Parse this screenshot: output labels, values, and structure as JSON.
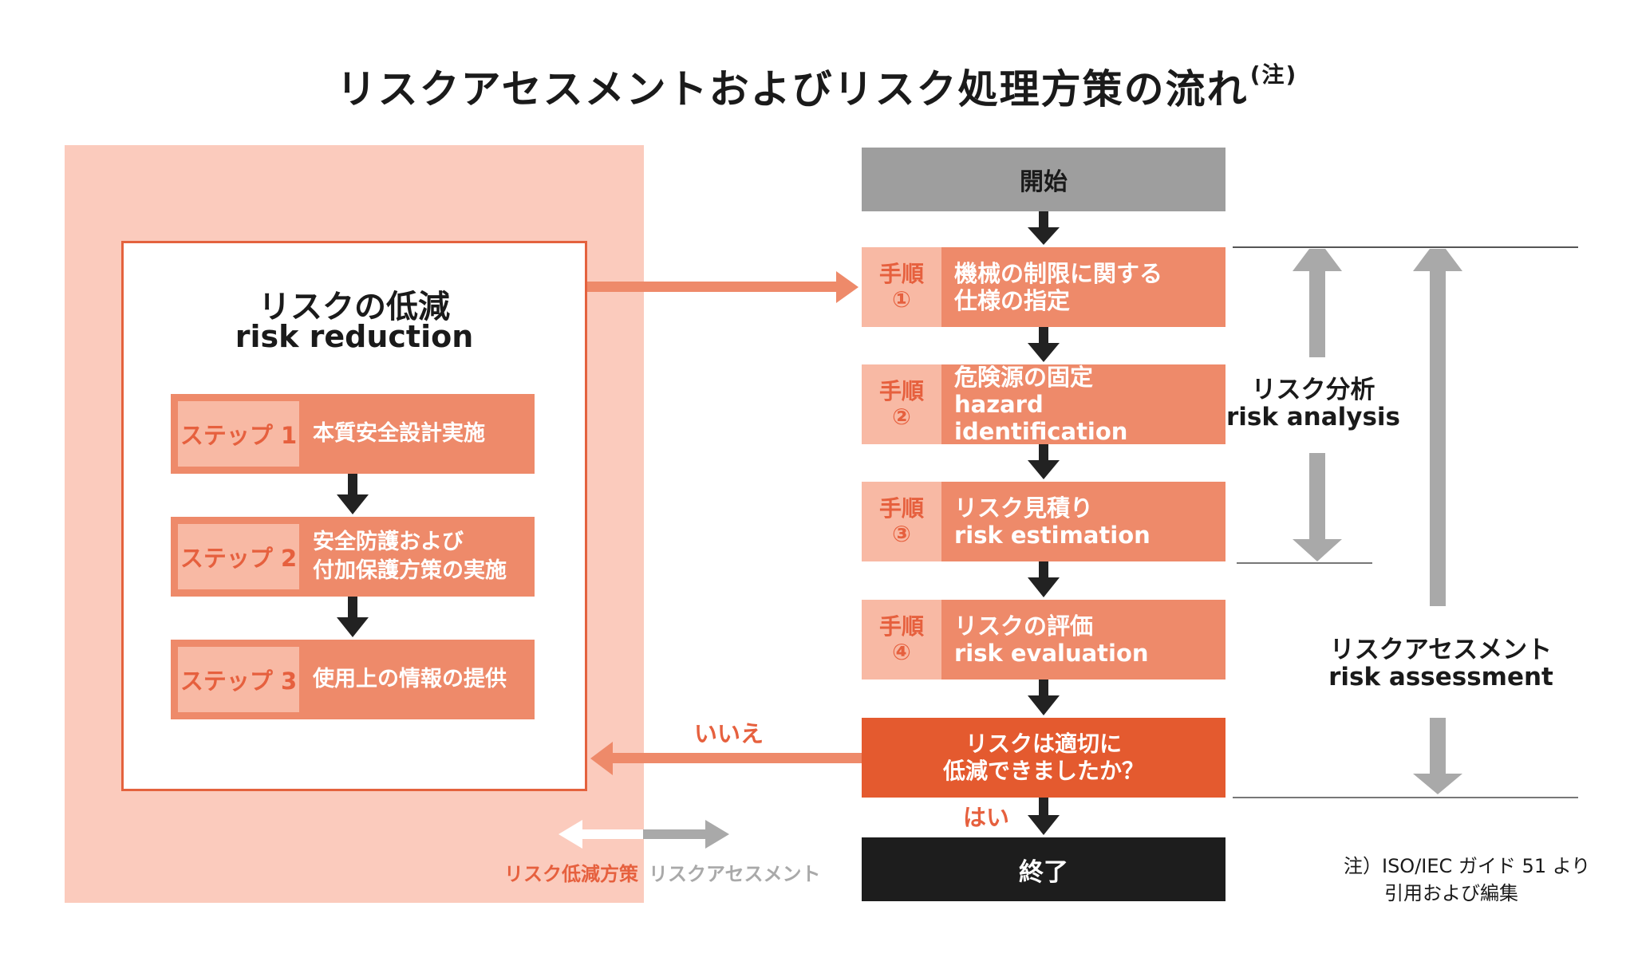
{
  "title": {
    "text": "リスクアセスメントおよびリスク処理方策の流れ",
    "note_mark": "(注)"
  },
  "risk_reduction": {
    "title_jp": "リスクの低減",
    "title_en": "risk reduction",
    "steps": [
      {
        "tag": "ステップ 1",
        "lines": [
          "本質安全設計実施"
        ]
      },
      {
        "tag": "ステップ 2",
        "lines": [
          "安全防護および",
          "付加保護方策の実施"
        ]
      },
      {
        "tag": "ステップ 3",
        "lines": [
          "使用上の情報の提供"
        ]
      }
    ]
  },
  "flow": {
    "start": "開始",
    "procedures": [
      {
        "tag_line1": "手順",
        "tag_line2": "①",
        "line1": "機械の制限に関する",
        "line2": "仕様の指定"
      },
      {
        "tag_line1": "手順",
        "tag_line2": "②",
        "line1": "危険源の固定",
        "line2": "hazard identification"
      },
      {
        "tag_line1": "手順",
        "tag_line2": "③",
        "line1": "リスク見積り",
        "line2": "risk estimation"
      },
      {
        "tag_line1": "手順",
        "tag_line2": "④",
        "line1": "リスクの評価",
        "line2": "risk evaluation"
      }
    ],
    "decision": {
      "line1": "リスクは適切に",
      "line2": "低減できましたか？"
    },
    "no": "いいえ",
    "yes": "はい",
    "end": "終了"
  },
  "ranges": {
    "risk_analysis_jp": "リスク分析",
    "risk_analysis_en": "risk analysis",
    "risk_assessment_jp": "リスクアセスメント",
    "risk_assessment_en": "risk assessment"
  },
  "legend": {
    "reduction": "リスク低減方策",
    "assessment": "リスクアセスメント"
  },
  "note": {
    "line1": "注）ISO/IEC ガイド 51 より",
    "line2": "引用および編集"
  },
  "colors": {
    "panel_pink": "#fbcbbd",
    "orange": "#ee8a6a",
    "tag_pink": "#f8b9a4",
    "accent": "#e6603e",
    "decision": "#e45a2f",
    "start_gray": "#9e9e9e",
    "end_black": "#1d1d1d",
    "arrow_gray": "#a9a9a9"
  }
}
